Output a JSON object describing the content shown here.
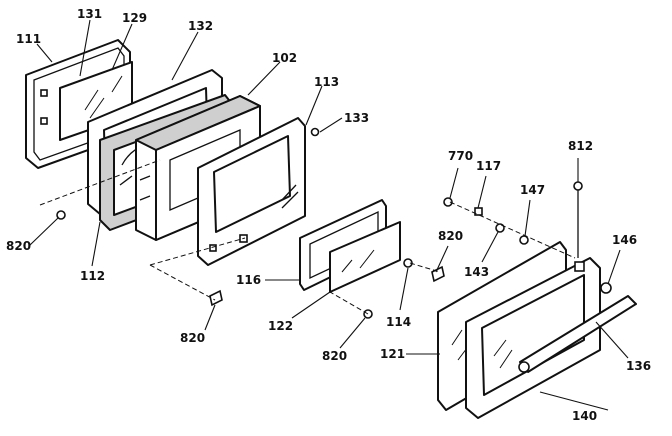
{
  "callouts": {
    "p111": "111",
    "p131": "131",
    "p129": "129",
    "p132": "132",
    "p102": "102",
    "p113": "113",
    "p133": "133",
    "p820_left": "820",
    "p112": "112",
    "p116": "116",
    "p820_bottom": "820",
    "p122": "122",
    "p820_mid": "820",
    "p114": "114",
    "p820_right": "820",
    "p770": "770",
    "p117": "117",
    "p147": "147",
    "p143": "143",
    "p812": "812",
    "p146": "146",
    "p121": "121",
    "p136": "136",
    "p140": "140"
  }
}
